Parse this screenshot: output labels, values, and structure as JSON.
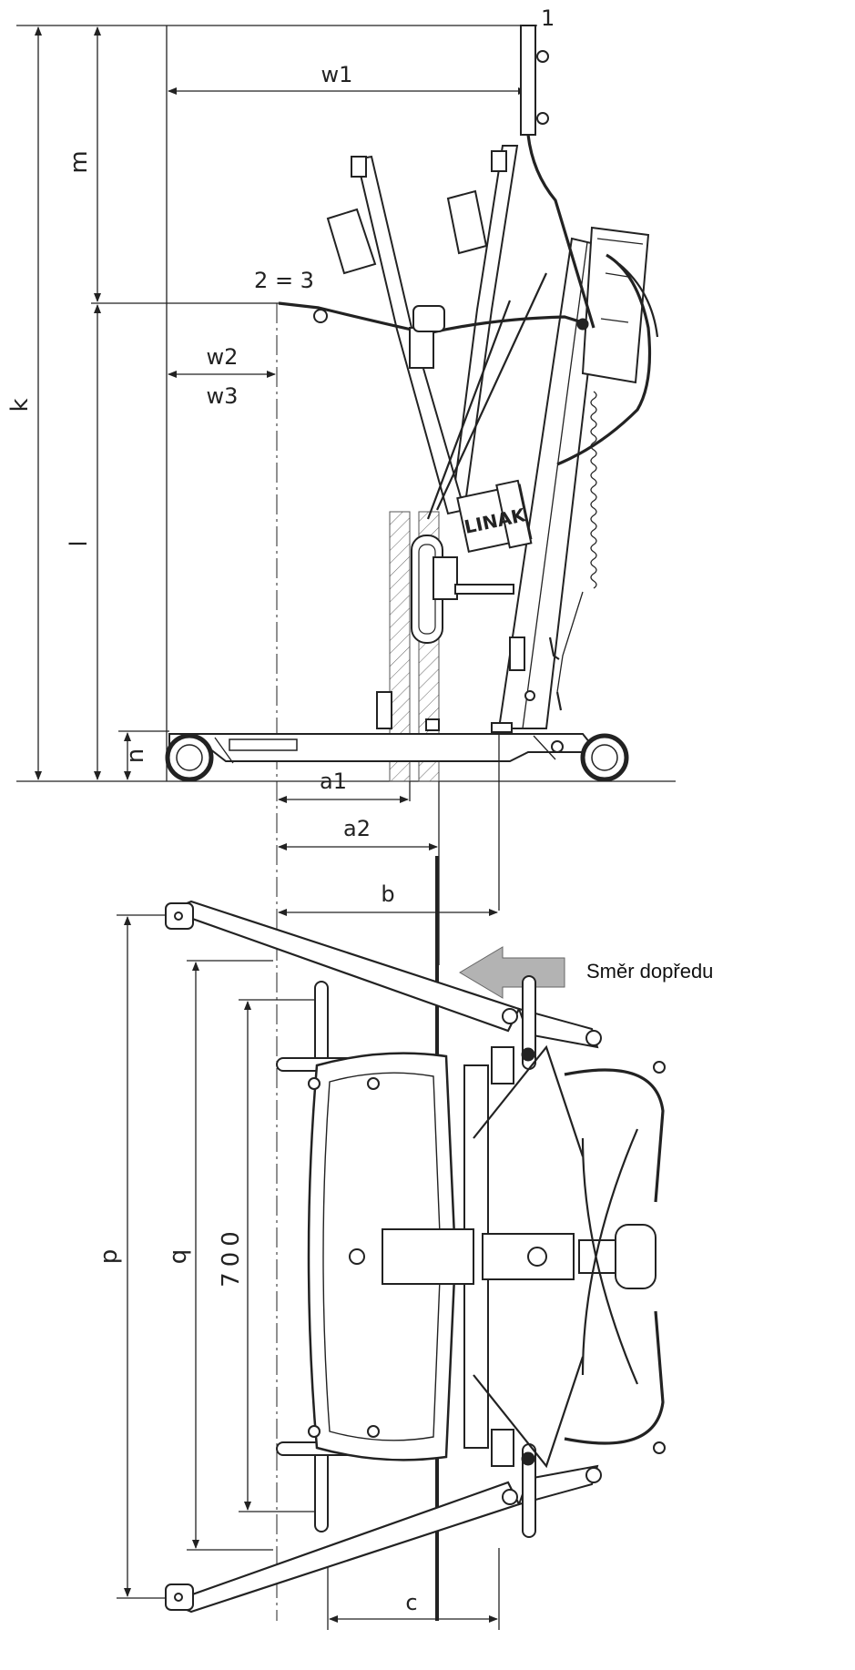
{
  "labels": {
    "point_1": "1",
    "w1": "w1",
    "m": "m",
    "point_2_3": "2 = 3",
    "w2": "w2",
    "w3": "w3",
    "k": "k",
    "l": "l",
    "n": "n",
    "a1": "a1",
    "a2": "a2",
    "b": "b",
    "p": "p",
    "q": "q",
    "dim_700": "700",
    "c": "c"
  },
  "brand_text": "LINAK",
  "direction_label": "Směr dopředu",
  "colors": {
    "line": "#222222",
    "arrow_fill": "#b3b3b3",
    "hatch": "#666666"
  }
}
